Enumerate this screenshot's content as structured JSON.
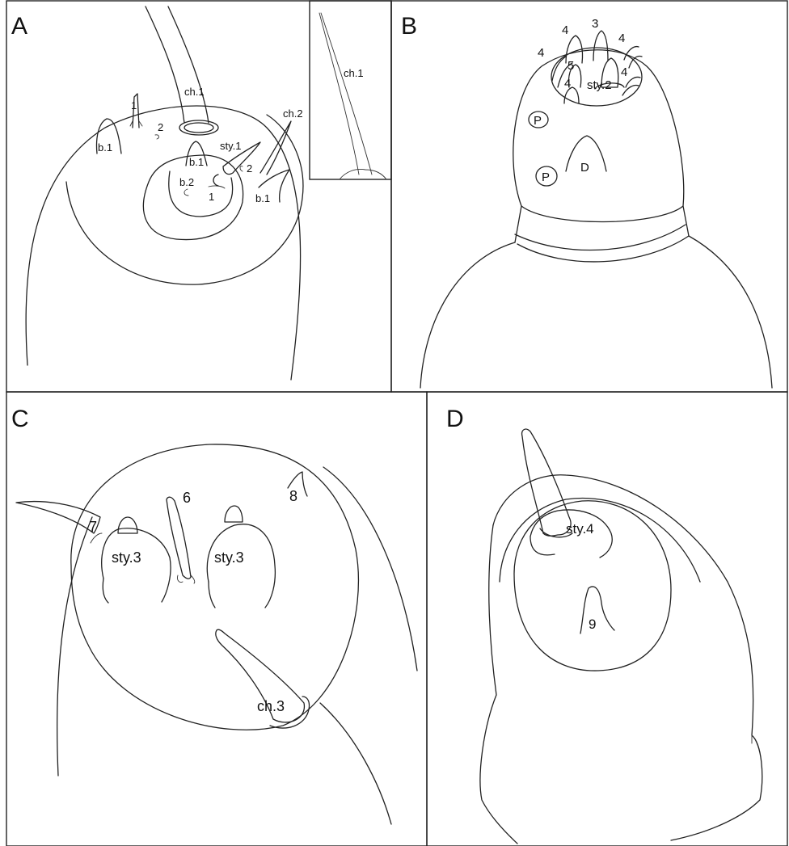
{
  "panels": [
    {
      "letter": "A",
      "labels": {
        "ch1": "ch.1",
        "ch2": "ch.2",
        "ch1_inset": "ch.1",
        "sty1": "sty.1",
        "b1_left": "b.1",
        "b1_center": "b.1",
        "b1_right": "b.1",
        "b2": "b.2",
        "n1_top": "1",
        "n2_top": "2",
        "n1_center": "1",
        "n2_right": "2"
      }
    },
    {
      "letter": "B",
      "labels": {
        "n3": "3",
        "n4_a": "4",
        "n4_b": "4",
        "n4_c": "4",
        "n4_d": "4",
        "n4_e": "4",
        "n5": "5",
        "sty2": "sty.2",
        "p_upper": "P",
        "p_lower": "P",
        "d": "D"
      }
    },
    {
      "letter": "C",
      "labels": {
        "sty3_left": "sty.3",
        "sty3_right": "sty.3",
        "n6": "6",
        "n7": "7",
        "n8": "8",
        "ch3": "ch.3"
      }
    },
    {
      "letter": "D",
      "labels": {
        "sty4": "sty.4",
        "n9": "9"
      }
    }
  ]
}
